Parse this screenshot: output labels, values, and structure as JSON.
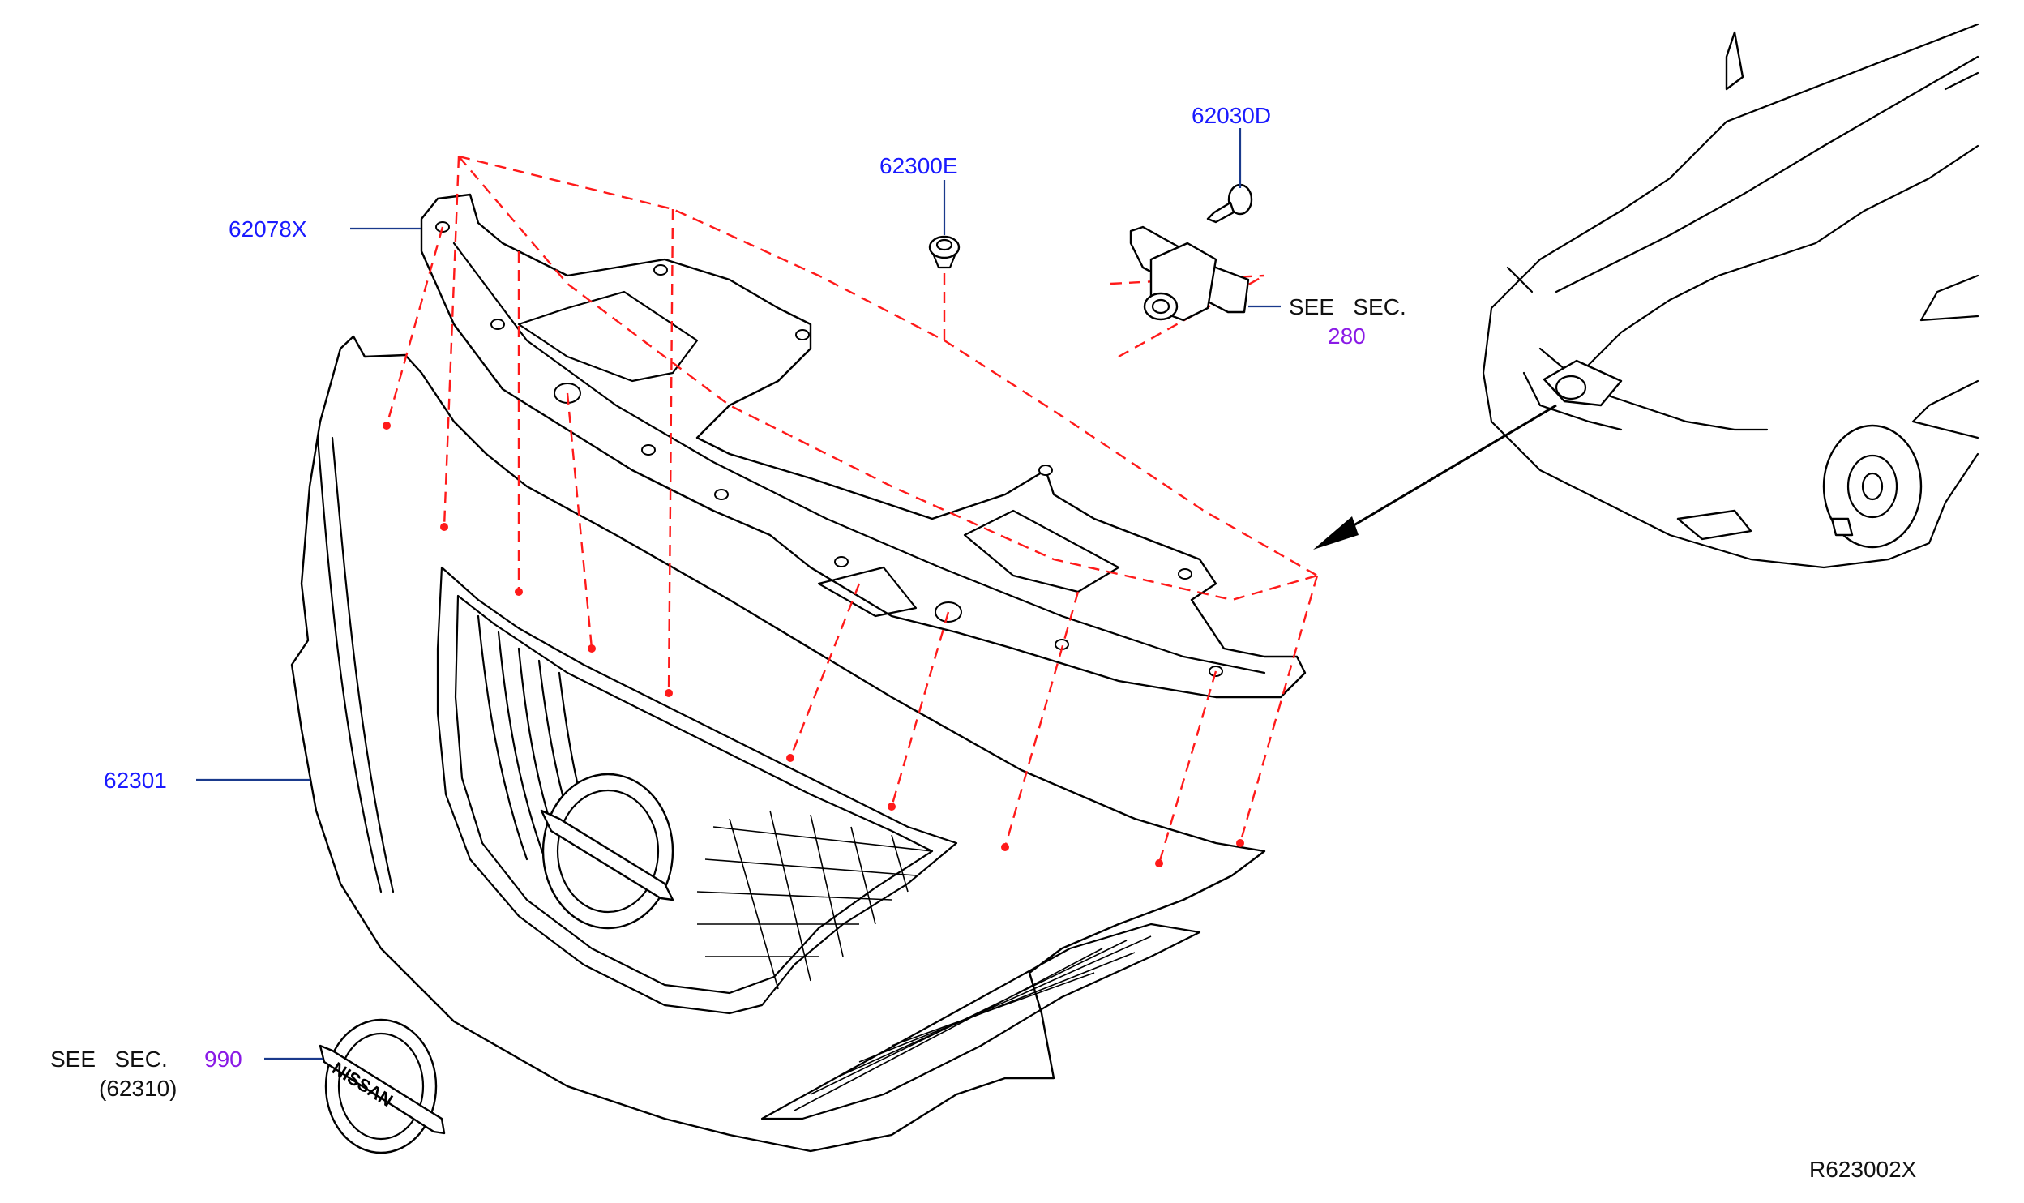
{
  "callouts": {
    "p62078x": "62078X",
    "p62300e": "62300E",
    "p62030d": "62030D",
    "p62301": "62301",
    "see_sec_top": "SEE   SEC.",
    "sec_280": "280",
    "see_sec_bottom": "SEE   SEC.",
    "sec_990": "990",
    "sub_62310": "(62310)"
  },
  "drawing_id": "R623002X",
  "colors": {
    "part_number": "#1a1aff",
    "section_ref": "#8a1ae6",
    "dashed_guides": "#ff1a1a",
    "leader_lines": "#1a3a8c"
  }
}
